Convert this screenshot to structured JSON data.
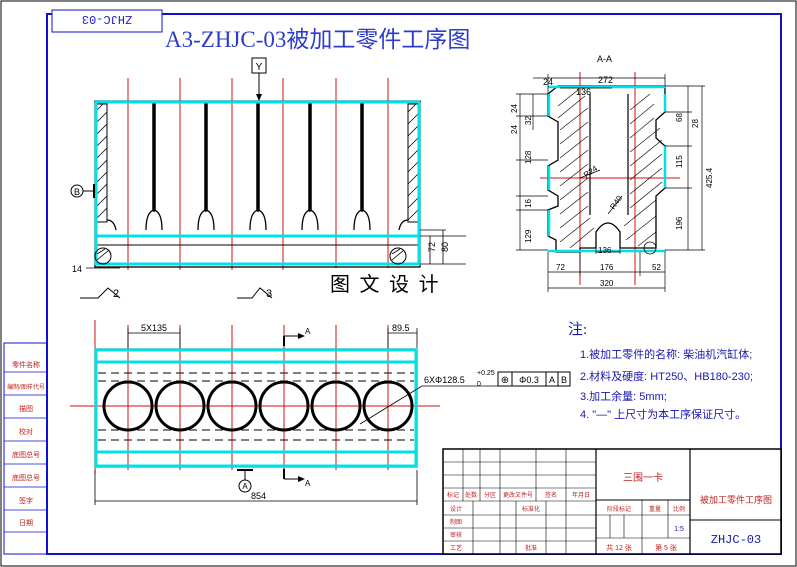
{
  "title": "A3-ZHJC-03被加工零件工序图",
  "corner_code": "ZHJC-03",
  "section_label": "A-A",
  "datum_y": "Y",
  "datum_b": "B",
  "datum_a": "A",
  "arrow_a_top": "A",
  "arrow_a_bottom": "A",
  "watermark": "图 文 设 计",
  "detail_labels": [
    "2",
    "3"
  ],
  "front_dims": {
    "left": "14",
    "h1": "72",
    "h2": "80"
  },
  "section_dims": {
    "top_24": "24",
    "top_272": "272",
    "top_136": "136",
    "left_24a": "24",
    "left_32": "32",
    "left_24b": "24",
    "left_128": "128",
    "left_16": "16",
    "left_129": "129",
    "center_r24": "R24",
    "center_r40": "R40",
    "right_68": "68",
    "right_28": "28",
    "right_115": "115",
    "right_4254": "425.4",
    "right_196": "196",
    "bottom_136": "136",
    "bottom_72": "72",
    "bottom_176": "176",
    "bottom_52": "52",
    "bottom_320": "320"
  },
  "plan_dims": {
    "pitch": "5X135",
    "end": "89.5",
    "total": "854",
    "holes": "6XΦ128.5",
    "tol": "+0.25",
    "tol2": "0",
    "frame_symbol": "⊕",
    "frame_value": "Φ0.3",
    "frame_a": "A",
    "frame_b": "B"
  },
  "notes": {
    "heading": "注:",
    "items": [
      "1.被加工零件的名称: 柴油机汽缸体;",
      "2.材料及硬度: HT250、HB180-230;",
      "3.加工余量: 5mm;",
      "4. \"—\" 上尺寸为本工序保证尺寸。"
    ]
  },
  "left_stamp_labels": [
    "零件名称",
    "编制/图样代号",
    "描图",
    "校对",
    "底图总号",
    "底图总号",
    "签字",
    "日期"
  ],
  "title_block": {
    "company": "三围一卡",
    "drawing_name": "被加工零件工序图",
    "drawing_code": "ZHJC-03",
    "rev_headers": [
      "标记",
      "处数",
      "分区",
      "更改文件号",
      "签名",
      "年月日"
    ],
    "role_labels": [
      "设计",
      "制图",
      "审核",
      "工艺"
    ],
    "std_label": "标准化",
    "approve_label": "批准",
    "stage_label": "阶段标记",
    "weight_label": "重量",
    "scale_label": "比例",
    "scale_value": "1:5",
    "sheets_total": "共 12 张",
    "sheet_no": "第 5 张"
  }
}
